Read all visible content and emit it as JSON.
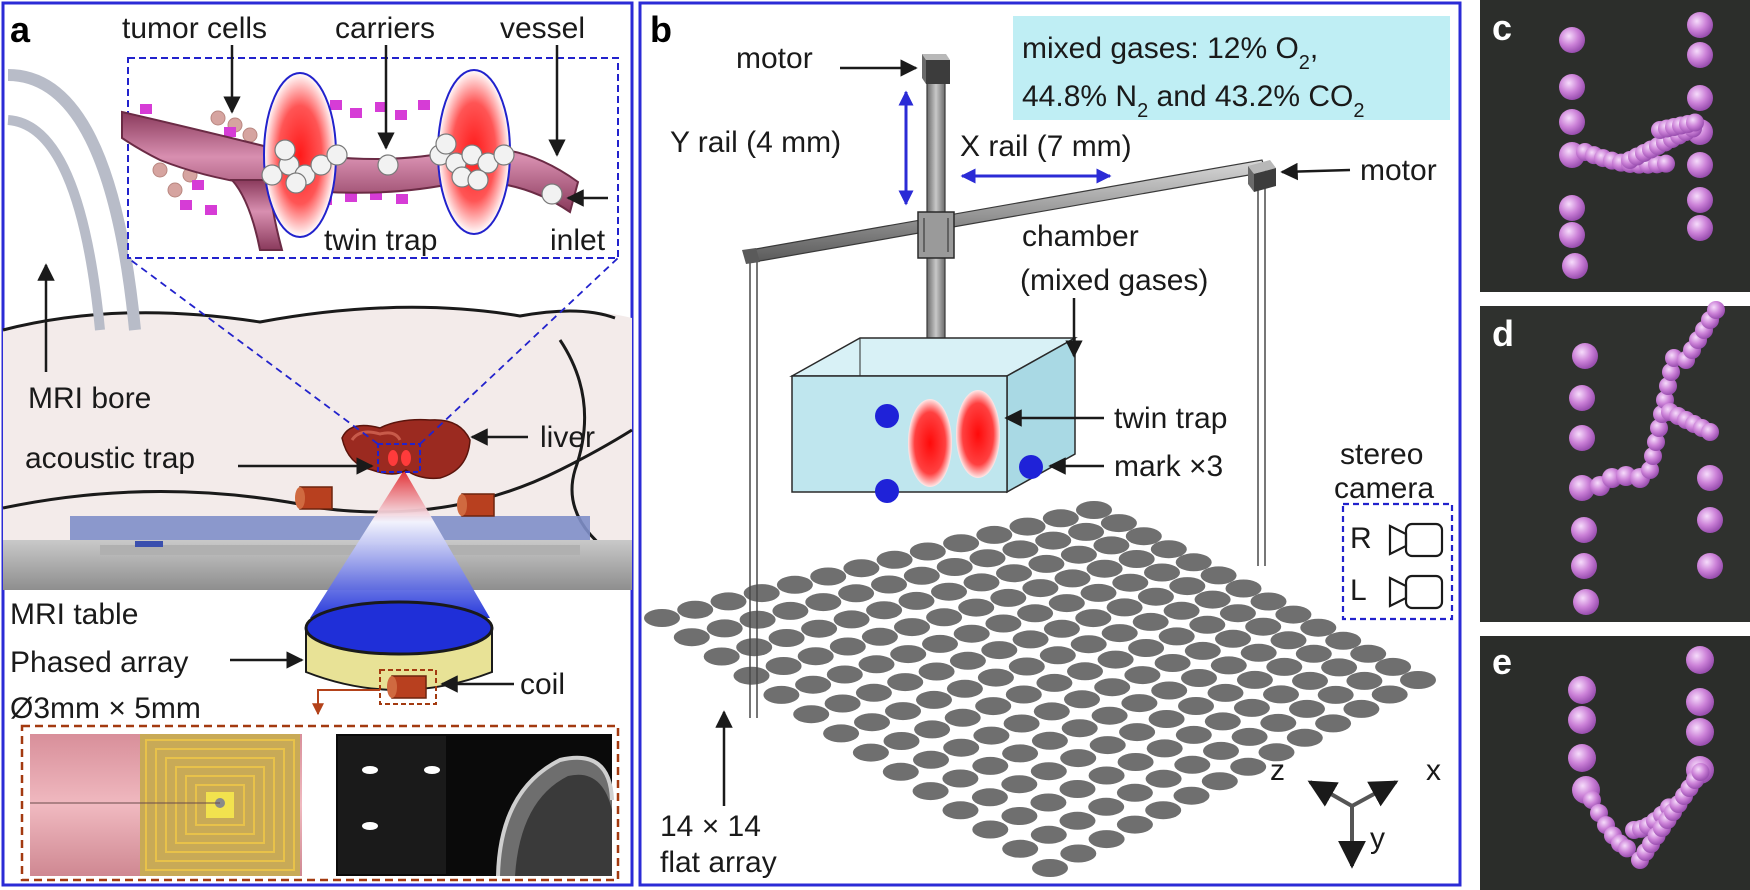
{
  "panels": {
    "a": {
      "letter": "a",
      "labels": {
        "tumor_cells": "tumor cells",
        "carriers": "carriers",
        "vessel": "vessel",
        "twin_trap": "twin trap",
        "inlet": "inlet",
        "mri_bore": "MRI bore",
        "acoustic_trap": "acoustic trap",
        "liver": "liver",
        "mri_table": "MRI table",
        "phased_array": "Phased array",
        "coil": "coil",
        "coil_size": "Ø3mm × 5mm"
      }
    },
    "b": {
      "letter": "b",
      "gas_box": {
        "line1": "mixed gases: 12% O",
        "line1_sub": "2",
        "line1_end": ",",
        "line2a": "44.8% N",
        "line2a_sub": "2",
        "line2b": " and 43.2% CO",
        "line2b_sub": "2"
      },
      "labels": {
        "motor_top": "motor",
        "motor_right": "motor",
        "y_rail": "Y rail (4 mm)",
        "x_rail": "X rail (7 mm)",
        "chamber_1": "chamber",
        "chamber_2": "(mixed gases)",
        "twin_trap": "twin trap",
        "mark": "mark ×3",
        "stereo_1": "stereo",
        "stereo_2": "camera",
        "cam_r": "R",
        "cam_l": "L",
        "array_1": "14 × 14",
        "array_2": "flat array",
        "axis_z": "z",
        "axis_x": "x",
        "axis_y": "y"
      },
      "array_grid": {
        "rows": 14,
        "cols": 14
      }
    },
    "c": {
      "letter": "c"
    },
    "d": {
      "letter": "d"
    },
    "e": {
      "letter": "e"
    }
  },
  "colors": {
    "frame_blue": "#2b2bd6",
    "dashed_blue": "#2222cc",
    "dashed_red": "#a33a10",
    "chamber_fill": "#bfe6ee",
    "gas_box_fill": "#bfeef4",
    "array_element": "#6f6f6f",
    "bead": "#c87ad6",
    "photo_bg": "#2c2e2b",
    "liver": "#9b2a20",
    "mark": "#1f22d8"
  }
}
